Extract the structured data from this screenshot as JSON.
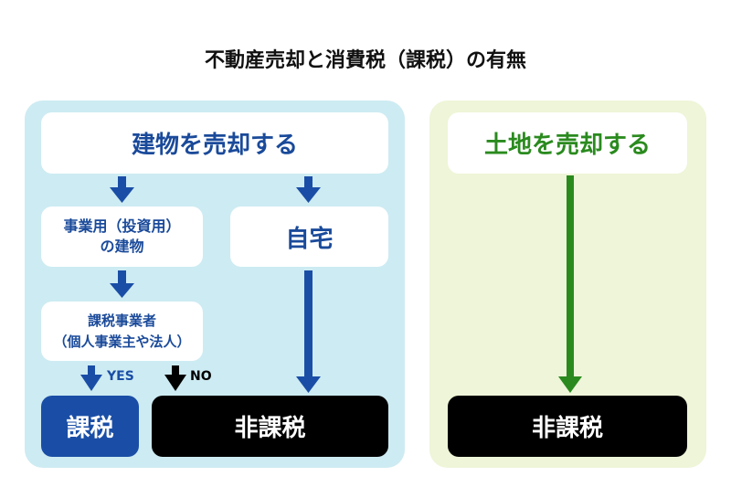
{
  "title": "不動産売却と消費税（課税）の有無",
  "building": {
    "header": "建物を売却する",
    "business_use": [
      "事業用（投資用）",
      "の建物"
    ],
    "home": "自宅",
    "taxable_business": [
      "課税事業者",
      "（個人事業主や法人）"
    ],
    "yes": "YES",
    "no": "NO",
    "taxed": "課税",
    "not_taxed": "非課税"
  },
  "land": {
    "header": "土地を売却する",
    "not_taxed": "非課税"
  },
  "colors": {
    "blue": "#1a4ea6",
    "light_blue": "#cdebf2",
    "green": "#2a8a1e",
    "light_green": "#eef5d8"
  }
}
